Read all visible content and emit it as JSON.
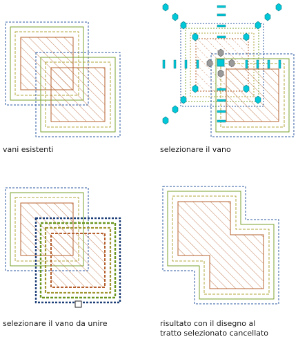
{
  "captions": {
    "existing": "vani esistenti",
    "select": "selezionare il vano",
    "select_merge": "selezionare il vano da unire",
    "result": "risultato con il disegno al\ntratto selezionato cancellato"
  },
  "colors": {
    "blue": "#2b5aa0",
    "green": "#7aa22c",
    "olive": "#b0a43a",
    "hatch": "#b5602e",
    "grip": "#00c8d8",
    "grip_grey": "#9a9a9a"
  }
}
